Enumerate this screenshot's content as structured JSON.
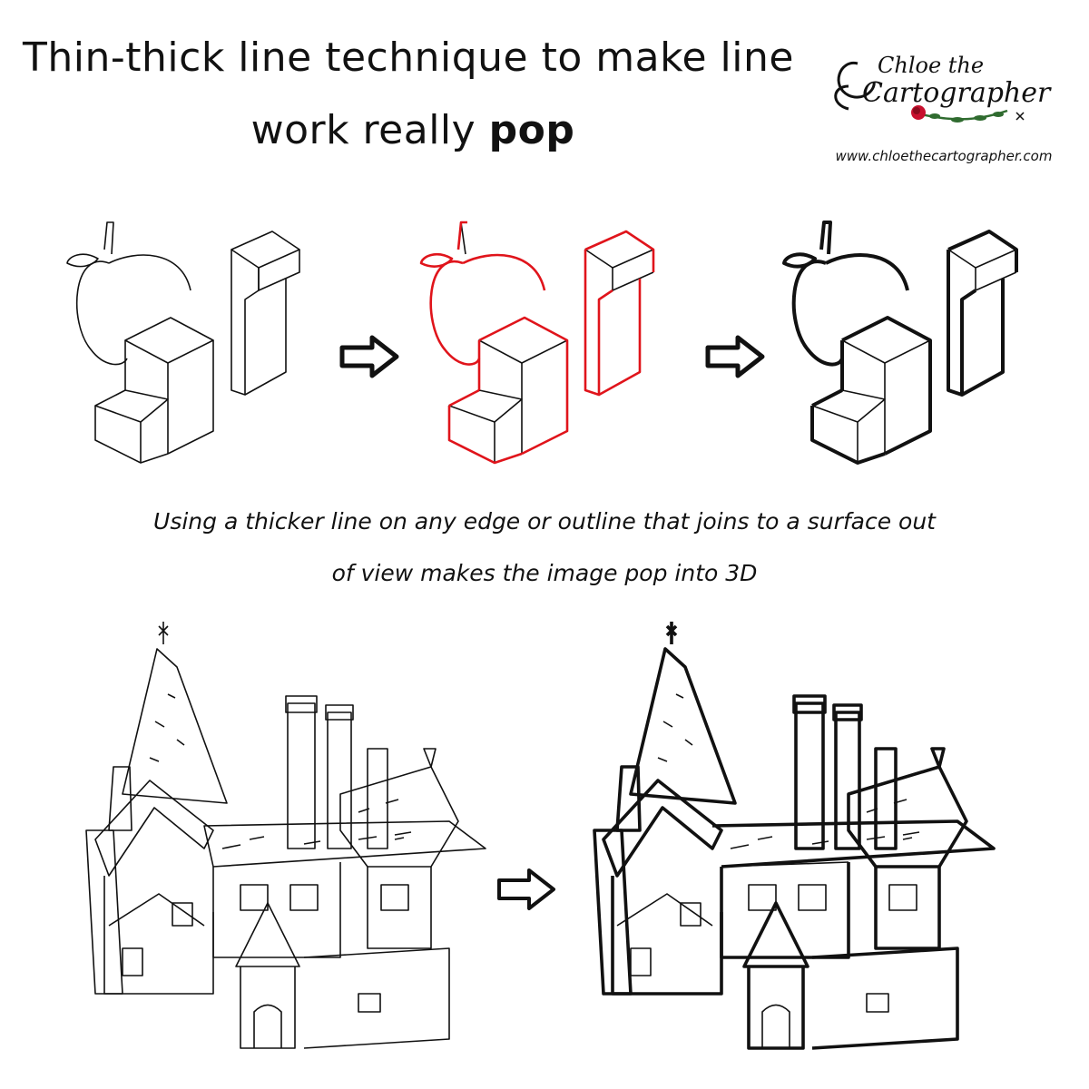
{
  "title": {
    "line1": "Thin-thick line technique to make line",
    "line2_prefix": "work really ",
    "line2_emphasis": "pop"
  },
  "logo": {
    "text_line1": "Chloe the",
    "text_line2": "Cartographer"
  },
  "website": "www.chloethecartographer.com",
  "caption": {
    "line1": "Using a thicker line on any edge or outline that joins to a surface out",
    "line2": "of view makes the image pop into 3D"
  },
  "colors": {
    "ink": "#111111",
    "highlight": "#e0141b",
    "rose": "#c8102e",
    "leaf": "#2f6b2f"
  },
  "icons": [
    "arrow-right-icon",
    "apple-icon",
    "house-illustration-icon",
    "rose-icon"
  ]
}
